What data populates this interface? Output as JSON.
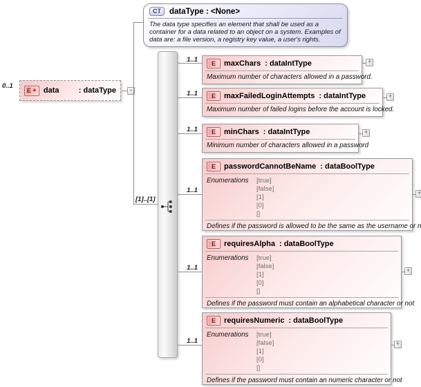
{
  "glyphs": {
    "element_badge": "E",
    "complex_type_badge": "CT",
    "plus_overlay": "+",
    "expand": "+",
    "collapse": "-"
  },
  "labels": {
    "enumerations": "Enumerations"
  },
  "complex_type": {
    "title": "dataType : <None>",
    "description": "The data type specifies an element that shall be used as a container for a data related to an object on a system. Examples of data are: a file version, a registry key value, a user's rights."
  },
  "root_element": {
    "occurrence": "0..1",
    "name": "data",
    "type": ": dataType"
  },
  "model_group": {
    "occurrence": "[1]..[1]",
    "compositor": "sequence"
  },
  "elements": [
    {
      "occurrence": "1..1",
      "name": "maxChars",
      "type": ": dataIntType",
      "annotation": "Maximum number of characters allowed in a password."
    },
    {
      "occurrence": "1..1",
      "name": "maxFailedLoginAttempts",
      "type": ": dataIntType",
      "annotation": "Maximum number of failed logins before the account is locked."
    },
    {
      "occurrence": "1..1",
      "name": "minChars",
      "type": ": dataIntType",
      "annotation": "Minimum number of characters allowed in a password"
    },
    {
      "occurrence": "1..1",
      "name": "passwordCannotBeName",
      "type": ": dataBoolType",
      "enums": [
        "[true]",
        "[false]",
        "[1]",
        "[0]",
        "[]"
      ],
      "annotation": "Defines if the password is allowed to be the same as the username or not"
    },
    {
      "occurrence": "1..1",
      "name": "requiresAlpha",
      "type": ": dataBoolType",
      "enums": [
        "[true]",
        "[false]",
        "[1]",
        "[0]",
        "[]"
      ],
      "annotation": "Defines if the password must contain an alphabetical character or not"
    },
    {
      "occurrence": "1..1",
      "name": "requiresNumeric",
      "type": ": dataBoolType",
      "enums": [
        "[true]",
        "[false]",
        "[1]",
        "[0]",
        "[]"
      ],
      "annotation": "Defines if the password must contain an numeric character or not"
    }
  ],
  "colors": {
    "element_fill": "#f7caca",
    "complex_type_fill": "#d9d9f0",
    "badge_border": "#b25959",
    "connector": "#8f8f8f"
  }
}
